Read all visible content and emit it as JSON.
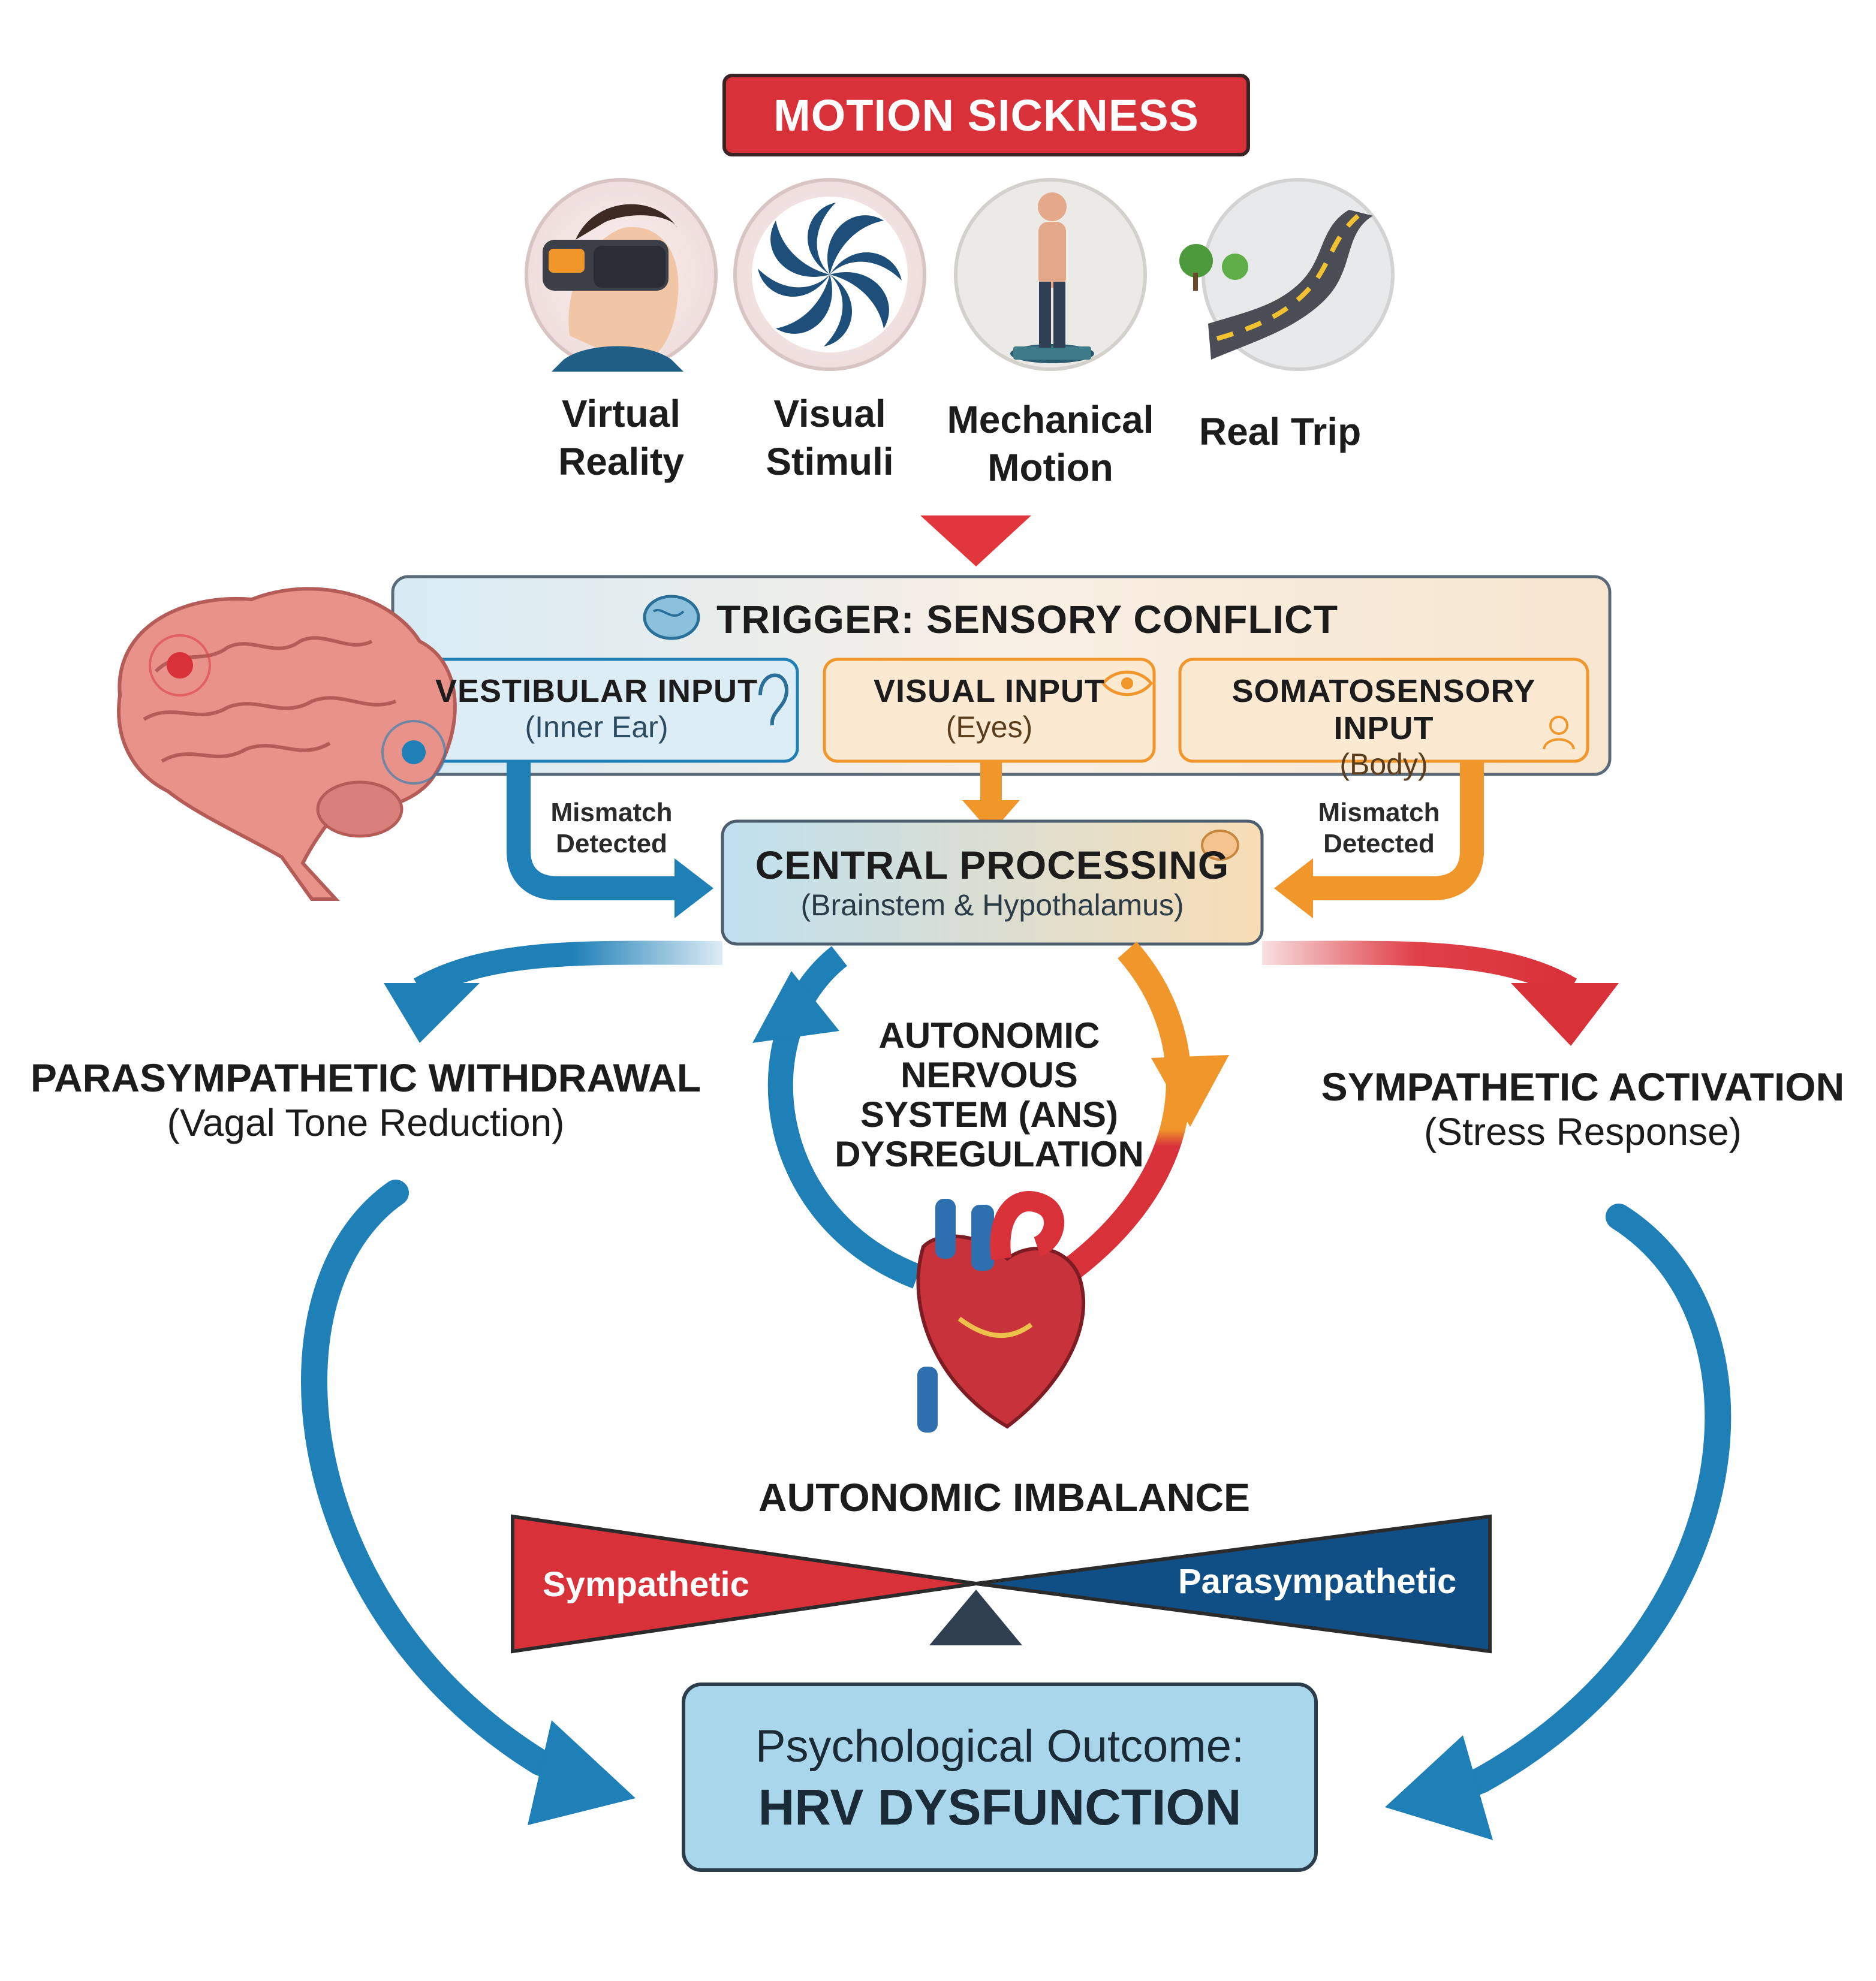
{
  "title": "MOTION SICKNESS",
  "sources": [
    {
      "label_line1": "Virtual",
      "label_line2": "Reality",
      "icon": "vr-headset-icon"
    },
    {
      "label_line1": "Visual",
      "label_line2": "Stimuli",
      "icon": "spiral-icon"
    },
    {
      "label_line1": "Mechanical",
      "label_line2": "Motion",
      "icon": "standing-person-icon"
    },
    {
      "label_line1": "Real Trip",
      "label_line2": "",
      "icon": "road-icon"
    }
  ],
  "trigger": {
    "title": "TRIGGER: SENSORY CONFLICT",
    "inputs": [
      {
        "title": "VESTIBULAR INPUT",
        "sub": "(Inner Ear)",
        "icon": "ear-icon",
        "color": "#1f7fb7"
      },
      {
        "title": "VISUAL INPUT",
        "sub": "(Eyes)",
        "icon": "eye-icon",
        "color": "#f0962a"
      },
      {
        "title": "SOMATOSENSORY INPUT",
        "sub": "(Body)",
        "icon": "person-icon",
        "color": "#f0962a"
      }
    ]
  },
  "mismatch_left": {
    "line1": "Mismatch",
    "line2": "Detected"
  },
  "mismatch_right": {
    "line1": "Mismatch",
    "line2": "Detected"
  },
  "central": {
    "title": "CENTRAL PROCESSING",
    "sub": "(Brainstem & Hypothalamus)"
  },
  "parasympathetic": {
    "title": "PARASYMPATHETIC WITHDRAWAL",
    "sub": "(Vagal Tone Reduction)"
  },
  "sympathetic": {
    "title": "SYMPATHETIC ACTIVATION",
    "sub": "(Stress Response)"
  },
  "ans": {
    "line1": "AUTONOMIC",
    "line2": "NERVOUS",
    "line3": "SYSTEM (ANS)",
    "line4": "DYSREGULATION"
  },
  "imbalance": {
    "title": "AUTONOMIC IMBALANCE",
    "left": "Sympathetic",
    "right": "Parasympathetic"
  },
  "outcome": {
    "line1": "Psychological Outcome:",
    "line2": "HRV DYSFUNCTION"
  },
  "colors": {
    "red": "#d8313a",
    "blue": "#1f7fb7",
    "dark_blue": "#0f4f86",
    "orange": "#f0962a",
    "outcome_bg": "#a9d6ea"
  }
}
